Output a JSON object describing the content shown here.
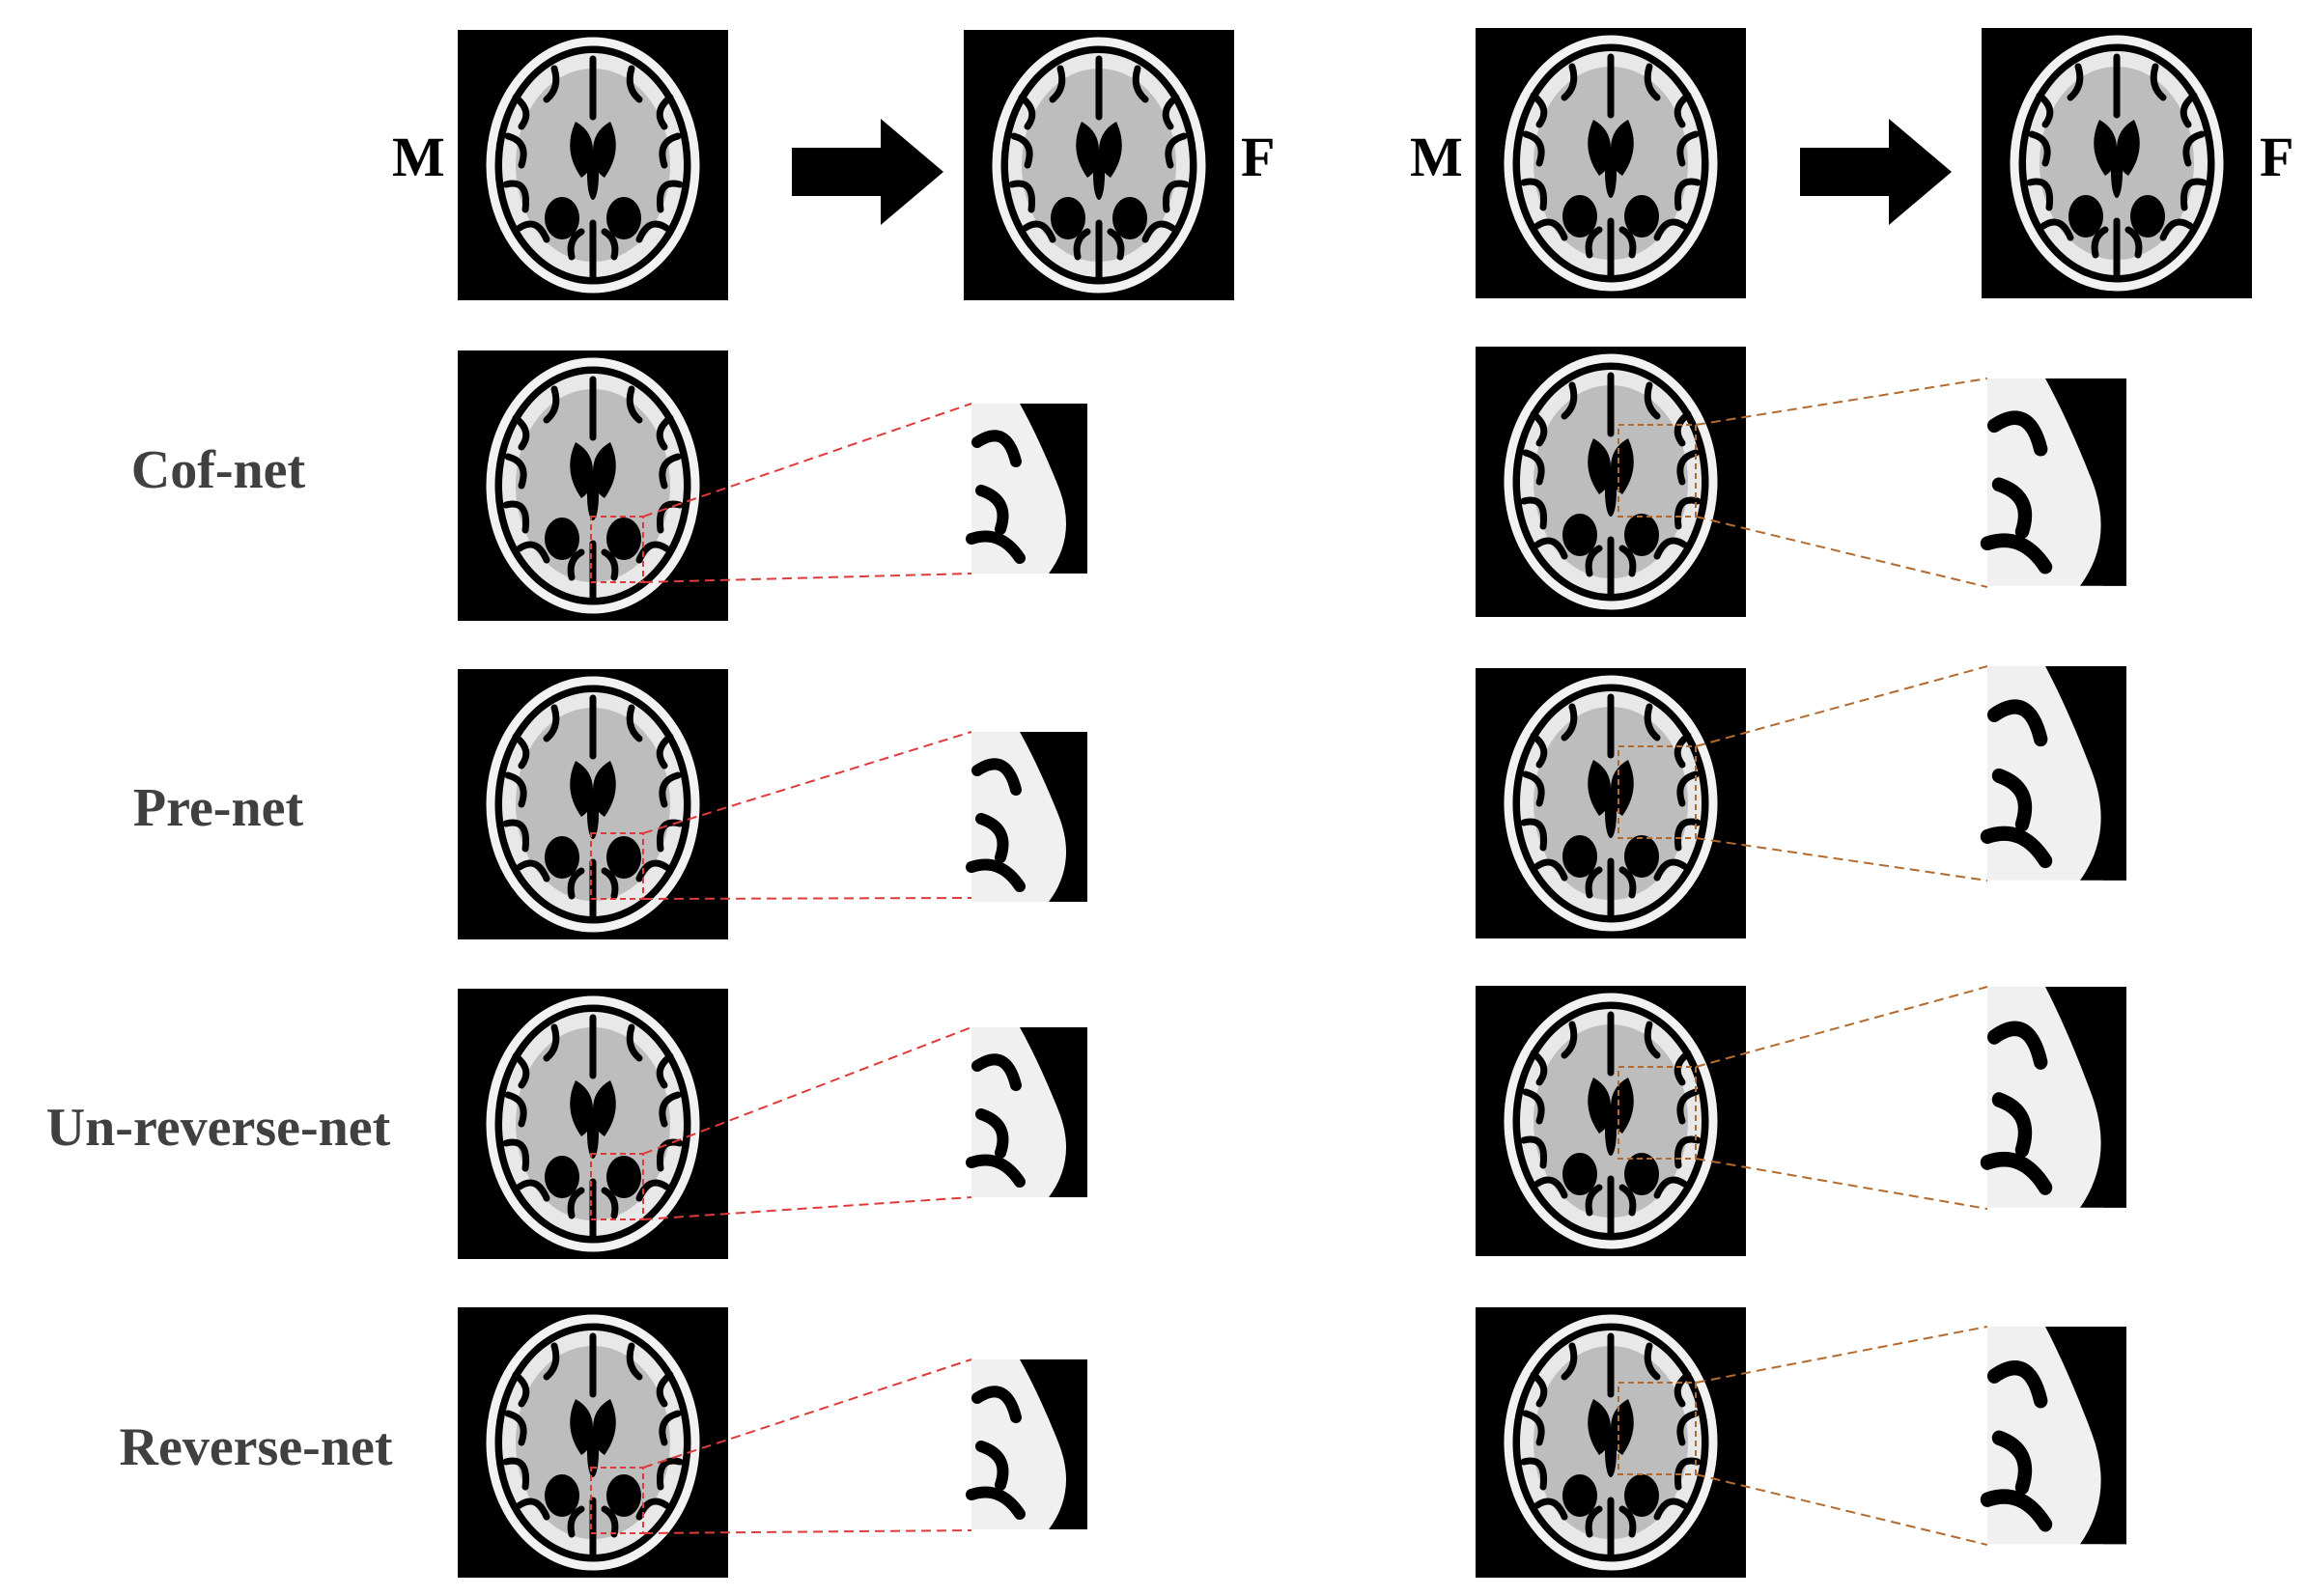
{
  "figure": {
    "moving_label": "M",
    "fixed_label": "F",
    "rows": [
      {
        "label": "Cof-net"
      },
      {
        "label": "Pre-net"
      },
      {
        "label": "Un-reverse-net"
      },
      {
        "label": "Reverse-net"
      }
    ]
  },
  "colors": {
    "background": "#ffffff",
    "image_background": "#000000",
    "left_zoom_lines": "#e03a3a",
    "right_zoom_lines": "#b36a2e",
    "row_label": "#404040",
    "arrow": "#000000"
  }
}
